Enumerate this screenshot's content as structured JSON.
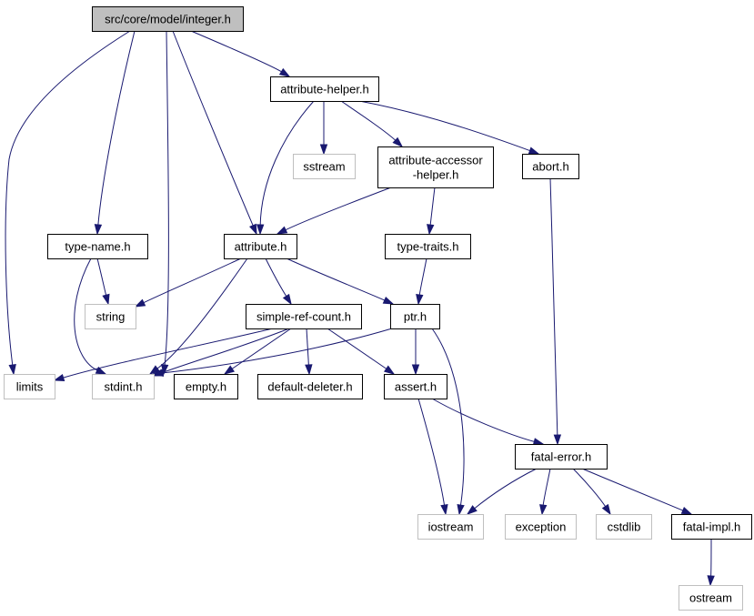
{
  "diagram": {
    "colors": {
      "edge": "#191970",
      "root_fill": "#bfbfbf",
      "local_border": "#000000",
      "system_border": "#bfbfbf"
    },
    "nodes": [
      {
        "id": "integer_h",
        "kind": "root",
        "lines": [
          "src/core/model/integer.h"
        ]
      },
      {
        "id": "attribute_helper_h",
        "kind": "local",
        "lines": [
          "attribute-helper.h"
        ]
      },
      {
        "id": "sstream",
        "kind": "system",
        "lines": [
          "sstream"
        ]
      },
      {
        "id": "attribute_accessor_helper_h",
        "kind": "local",
        "lines": [
          "attribute-accessor",
          "-helper.h"
        ]
      },
      {
        "id": "abort_h",
        "kind": "local",
        "lines": [
          "abort.h"
        ]
      },
      {
        "id": "type_name_h",
        "kind": "local",
        "lines": [
          "type-name.h"
        ]
      },
      {
        "id": "attribute_h",
        "kind": "local",
        "lines": [
          "attribute.h"
        ]
      },
      {
        "id": "type_traits_h",
        "kind": "local",
        "lines": [
          "type-traits.h"
        ]
      },
      {
        "id": "string",
        "kind": "system",
        "lines": [
          "string"
        ]
      },
      {
        "id": "simple_ref_count_h",
        "kind": "local",
        "lines": [
          "simple-ref-count.h"
        ]
      },
      {
        "id": "ptr_h",
        "kind": "local",
        "lines": [
          "ptr.h"
        ]
      },
      {
        "id": "limits",
        "kind": "system",
        "lines": [
          "limits"
        ]
      },
      {
        "id": "stdint_h",
        "kind": "system",
        "lines": [
          "stdint.h"
        ]
      },
      {
        "id": "empty_h",
        "kind": "local",
        "lines": [
          "empty.h"
        ]
      },
      {
        "id": "default_deleter_h",
        "kind": "local",
        "lines": [
          "default-deleter.h"
        ]
      },
      {
        "id": "assert_h",
        "kind": "local",
        "lines": [
          "assert.h"
        ]
      },
      {
        "id": "fatal_error_h",
        "kind": "local",
        "lines": [
          "fatal-error.h"
        ]
      },
      {
        "id": "iostream",
        "kind": "system",
        "lines": [
          "iostream"
        ]
      },
      {
        "id": "exception",
        "kind": "system",
        "lines": [
          "exception"
        ]
      },
      {
        "id": "cstdlib",
        "kind": "system",
        "lines": [
          "cstdlib"
        ]
      },
      {
        "id": "fatal_impl_h",
        "kind": "local",
        "lines": [
          "fatal-impl.h"
        ]
      },
      {
        "id": "ostream",
        "kind": "system",
        "lines": [
          "ostream"
        ]
      }
    ],
    "edges": [
      {
        "from": "integer_h",
        "to": "attribute_helper_h"
      },
      {
        "from": "integer_h",
        "to": "type_name_h"
      },
      {
        "from": "integer_h",
        "to": "attribute_h"
      },
      {
        "from": "integer_h",
        "to": "limits"
      },
      {
        "from": "integer_h",
        "to": "stdint_h"
      },
      {
        "from": "attribute_helper_h",
        "to": "sstream"
      },
      {
        "from": "attribute_helper_h",
        "to": "attribute_accessor_helper_h"
      },
      {
        "from": "attribute_helper_h",
        "to": "abort_h"
      },
      {
        "from": "attribute_helper_h",
        "to": "attribute_h"
      },
      {
        "from": "attribute_accessor_helper_h",
        "to": "attribute_h"
      },
      {
        "from": "attribute_accessor_helper_h",
        "to": "type_traits_h"
      },
      {
        "from": "abort_h",
        "to": "fatal_error_h"
      },
      {
        "from": "type_name_h",
        "to": "string"
      },
      {
        "from": "type_name_h",
        "to": "stdint_h"
      },
      {
        "from": "attribute_h",
        "to": "string"
      },
      {
        "from": "attribute_h",
        "to": "stdint_h"
      },
      {
        "from": "attribute_h",
        "to": "simple_ref_count_h"
      },
      {
        "from": "attribute_h",
        "to": "ptr_h"
      },
      {
        "from": "type_traits_h",
        "to": "ptr_h"
      },
      {
        "from": "simple_ref_count_h",
        "to": "limits"
      },
      {
        "from": "simple_ref_count_h",
        "to": "stdint_h"
      },
      {
        "from": "simple_ref_count_h",
        "to": "empty_h"
      },
      {
        "from": "simple_ref_count_h",
        "to": "default_deleter_h"
      },
      {
        "from": "simple_ref_count_h",
        "to": "assert_h"
      },
      {
        "from": "ptr_h",
        "to": "stdint_h"
      },
      {
        "from": "ptr_h",
        "to": "assert_h"
      },
      {
        "from": "ptr_h",
        "to": "iostream"
      },
      {
        "from": "assert_h",
        "to": "iostream"
      },
      {
        "from": "assert_h",
        "to": "fatal_error_h"
      },
      {
        "from": "fatal_error_h",
        "to": "iostream"
      },
      {
        "from": "fatal_error_h",
        "to": "exception"
      },
      {
        "from": "fatal_error_h",
        "to": "cstdlib"
      },
      {
        "from": "fatal_error_h",
        "to": "fatal_impl_h"
      },
      {
        "from": "fatal_impl_h",
        "to": "ostream"
      }
    ]
  }
}
